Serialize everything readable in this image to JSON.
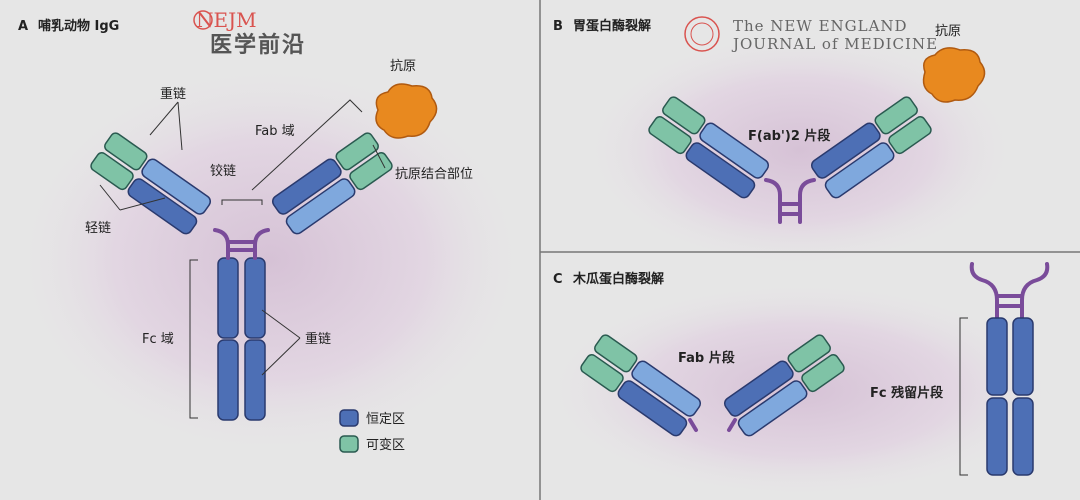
{
  "panels": {
    "a": {
      "letter": "A",
      "title": "哺乳动物 IgG",
      "labels": {
        "heavy_chain_top": "重链",
        "light_chain": "轻链",
        "hinge": "铰链",
        "fab_region": "Fab 域",
        "antigen": "抗原",
        "antigen_binding_site": "抗原结合部位",
        "fc_region": "Fc 域",
        "heavy_chain_fc": "重链"
      },
      "legend": [
        {
          "label": "恒定区",
          "color": "#4d6fb5"
        },
        {
          "label": "可变区",
          "color": "#7fc3a6"
        }
      ]
    },
    "b": {
      "letter": "B",
      "title": "胃蛋白酶裂解",
      "fragment_label": "F(ab')2 片段",
      "antigen": "抗原"
    },
    "c": {
      "letter": "C",
      "title": "木瓜蛋白酶裂解",
      "fab_fragment": "Fab 片段",
      "fc_fragment": "Fc 残留片段"
    }
  },
  "logos": {
    "nejm_short": "NEJM",
    "nejm_cn": "医学前沿",
    "journal_line1": "The NEW ENGLAND",
    "journal_line2": "JOURNAL of MEDICINE"
  },
  "colors": {
    "constant_dark": "#4d6fb5",
    "constant_light": "#7fa8dd",
    "variable": "#7fc3a6",
    "hinge": "#7a4c9a",
    "antigen": "#e8891f"
  }
}
